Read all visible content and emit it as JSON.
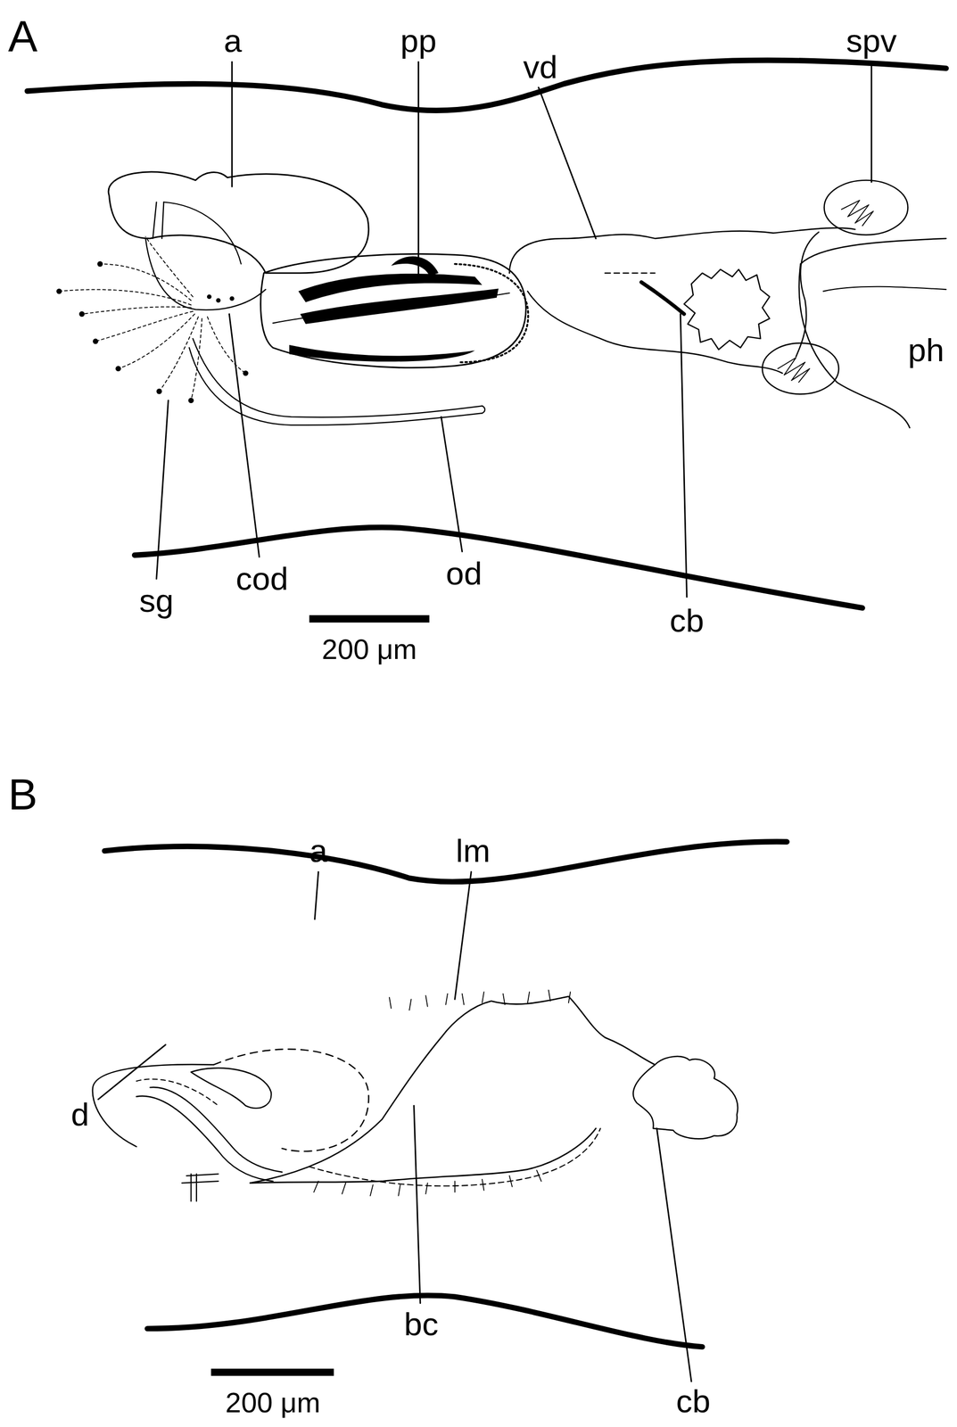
{
  "diagram": {
    "labels": [
      "A",
      "a",
      "pp",
      "vd",
      "spv",
      "ph",
      "sg",
      "cod",
      "od",
      "cb",
      "200 μm",
      "B",
      "a",
      "lm",
      "d",
      "bc",
      "cb",
      "200 μm"
    ]
  }
}
